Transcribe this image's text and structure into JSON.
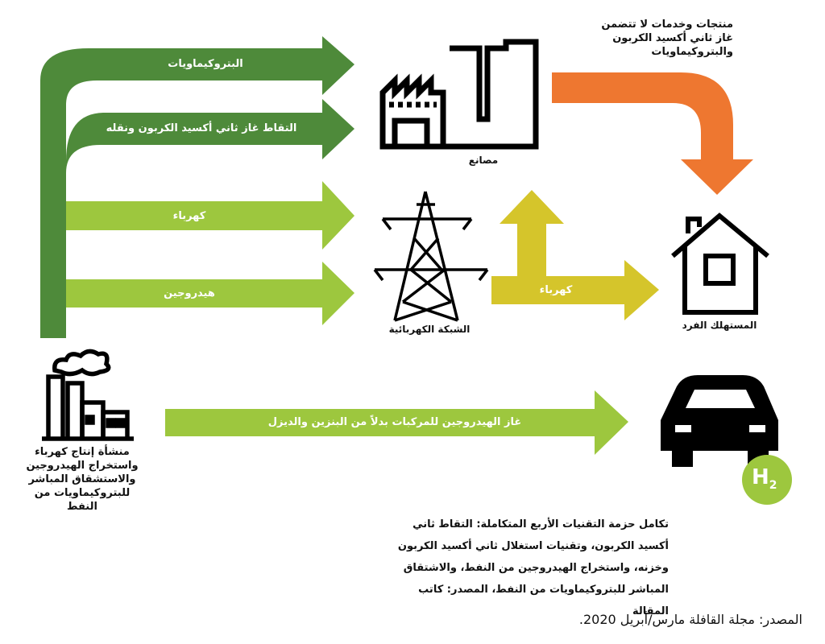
{
  "arrows": {
    "petrochemicals": "البتروكيماويات",
    "ccs": "التقاط غاز ثاني أكسيد الكربون ونقله",
    "electricity": "كهرباء",
    "hydrogen": "هيدروجين",
    "grid_electricity": "كهرباء",
    "hydrogen_vehicles": "غاز الهيدروجين للمركبات بدلاً من البنزين والديزل"
  },
  "nodes": {
    "factories": "مصانع",
    "grid": "الشبكة الكهربائية",
    "consumer": "المستهلك الفرد",
    "products": "منتجات وخدمات لا تتضمن غاز ثاني أكسيد الكربون والبتروكيماويات",
    "plant": "منشأة إنتاج كهرباء واستخراج الهيدروجين والاستشقاق المباشر للبتروكيماويات من النفط"
  },
  "badge": {
    "h": "H",
    "sub": "2"
  },
  "caption": "تكامل حزمة التقنيات الأربع المتكاملة: التقاط ثاني أكسيد الكربون، وتقنيات استغلال ثاني أكسيد الكربون وخزنه، واستخراج الهيدروجين من النفط، والاشتقاق المباشر للبتروكيماويات من النفط، المصدر: كاتب المقالة",
  "source": "المصدر: مجلة القافلة مارس/أبريل 2020.",
  "colors": {
    "dark_green": "#4E8A3A",
    "light_green": "#9DC73E",
    "yellow": "#D5C52B",
    "orange": "#EE7730",
    "black": "#000000"
  }
}
